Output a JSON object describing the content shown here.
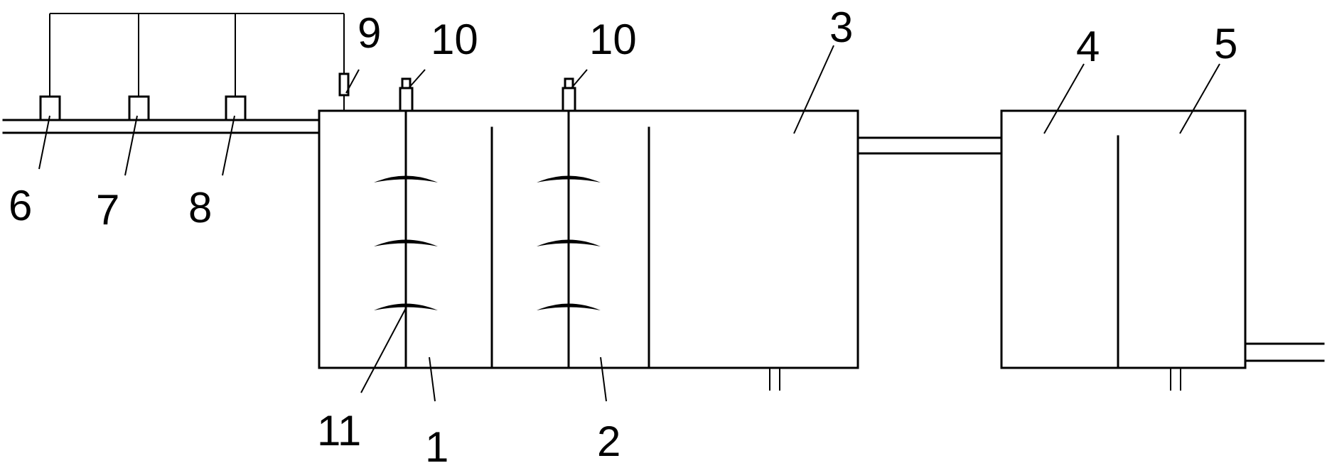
{
  "labels": {
    "n1": "1",
    "n2": "2",
    "n3": "3",
    "n4": "4",
    "n5": "5",
    "n6": "6",
    "n7": "7",
    "n8": "8",
    "n9": "9",
    "n10a": "10",
    "n10b": "10",
    "n11": "11"
  }
}
